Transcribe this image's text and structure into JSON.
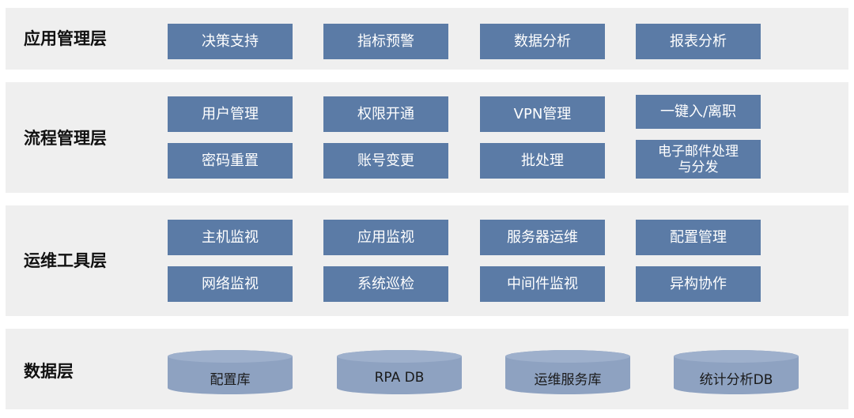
{
  "layers": [
    {
      "label": "应用管理层",
      "items": [
        "决策支持",
        "指标预警",
        "数据分析",
        "报表分析"
      ]
    },
    {
      "label": "流程管理层",
      "items": [
        "用户管理",
        "权限开通",
        "VPN管理",
        "一键入/离职",
        "密码重置",
        "账号变更",
        "批处理",
        "电子邮件处理\n与分发"
      ]
    },
    {
      "label": "运维工具层",
      "items": [
        "主机监视",
        "应用监视",
        "服务器运维",
        "配置管理",
        "网络监视",
        "系统巡检",
        "中间件监视",
        "异构协作"
      ]
    },
    {
      "label": "数据层",
      "databases": [
        "配置库",
        "RPA DB",
        "运维服务库",
        "统计分析DB"
      ]
    }
  ],
  "colors": {
    "panel": "#efefef",
    "box": "#5b7ba6",
    "cylinder_top": "#9eb0cc",
    "cylinder_body": "#8ea2c1"
  }
}
